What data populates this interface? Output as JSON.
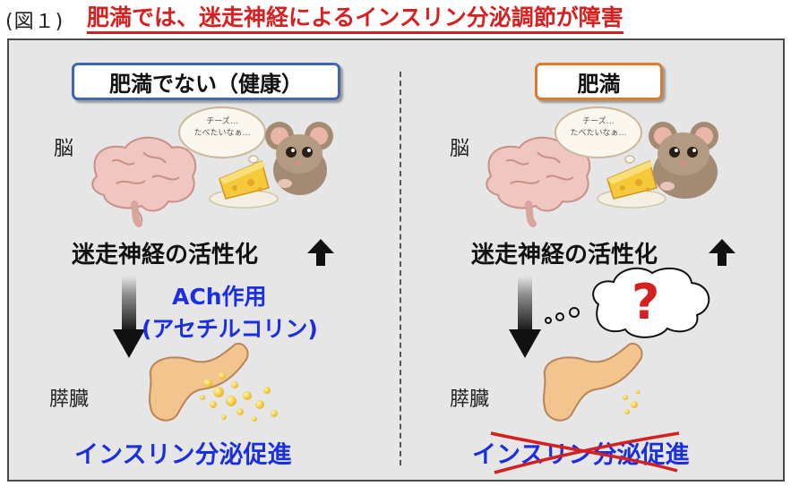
{
  "header": {
    "figure_label": "(図１)",
    "title": "肥満では、迷走神経によるインスリン分泌調節が障害"
  },
  "left": {
    "condition_label": "肥満でない（健康）",
    "brain_label": "脳",
    "thought_bubble_line1": "チーズ…",
    "thought_bubble_line2": "たべたいなぁ…",
    "vagus_activation": "迷走神経の活性化",
    "ach_label": "ACh作用",
    "ach_full": "(アセチルコリン)",
    "pancreas_label": "膵臓",
    "result": "インスリン分泌促進"
  },
  "right": {
    "condition_label": "肥満",
    "brain_label": "脳",
    "thought_bubble_line1": "チーズ…",
    "thought_bubble_line2": "たべたいなぁ…",
    "vagus_activation": "迷走神経の活性化",
    "unknown_mark": "?",
    "pancreas_label": "膵臓",
    "result": "インスリン分泌促進"
  },
  "colors": {
    "title_red": "#d91f1f",
    "result_blue": "#1a2fe0",
    "healthy_border": "#3f66b2",
    "obese_border": "#e07a2a",
    "cross_red": "#d42020"
  },
  "icons": [
    "brain-icon",
    "mouse-icon",
    "cheese-icon",
    "up-arrow-icon",
    "down-arrow-icon",
    "pancreas-icon",
    "insulin-granules-icon",
    "thought-cloud-icon",
    "question-mark-icon",
    "strike-cross-icon"
  ]
}
